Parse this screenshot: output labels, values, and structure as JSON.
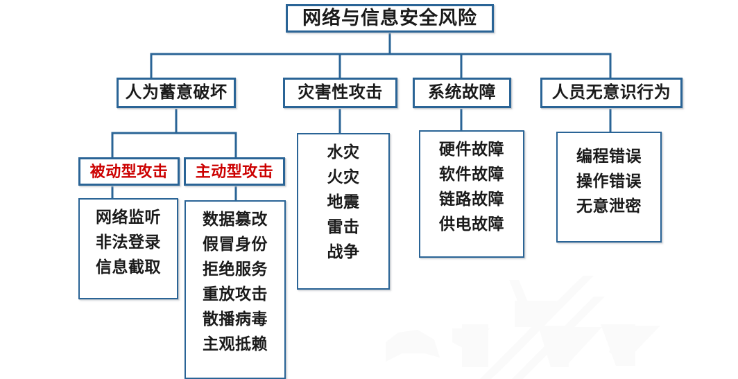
{
  "diagram": {
    "title": "网络与信息安全风险",
    "accent_color": "#2a6496",
    "highlight_color": "#cc0000",
    "background_color": "#ffffff",
    "root": {
      "label": "网络与信息安全风险"
    },
    "categories": [
      {
        "label": "人为蓄意破坏"
      },
      {
        "label": "灾害性攻击"
      },
      {
        "label": "系统故障"
      },
      {
        "label": "人员无意识行为"
      }
    ],
    "attack_types": [
      {
        "label": "被动型攻击"
      },
      {
        "label": "主动型攻击"
      }
    ],
    "lists": {
      "passive_attack": [
        "网络监听",
        "非法登录",
        "信息截取"
      ],
      "active_attack": [
        "数据篡改",
        "假冒身份",
        "拒绝服务",
        "重放攻击",
        "散播病毒",
        "主观抵赖"
      ],
      "disaster": [
        "水灾",
        "火灾",
        "地震",
        "雷击",
        "战争"
      ],
      "system_fault": [
        "硬件故障",
        "软件故障",
        "链路故障",
        "供电故障"
      ],
      "human_error": [
        "编程错误",
        "操作错误",
        "无意泄密"
      ]
    },
    "watermark": {
      "name": "abstract-logo-watermark",
      "color": "#fafafa"
    }
  }
}
